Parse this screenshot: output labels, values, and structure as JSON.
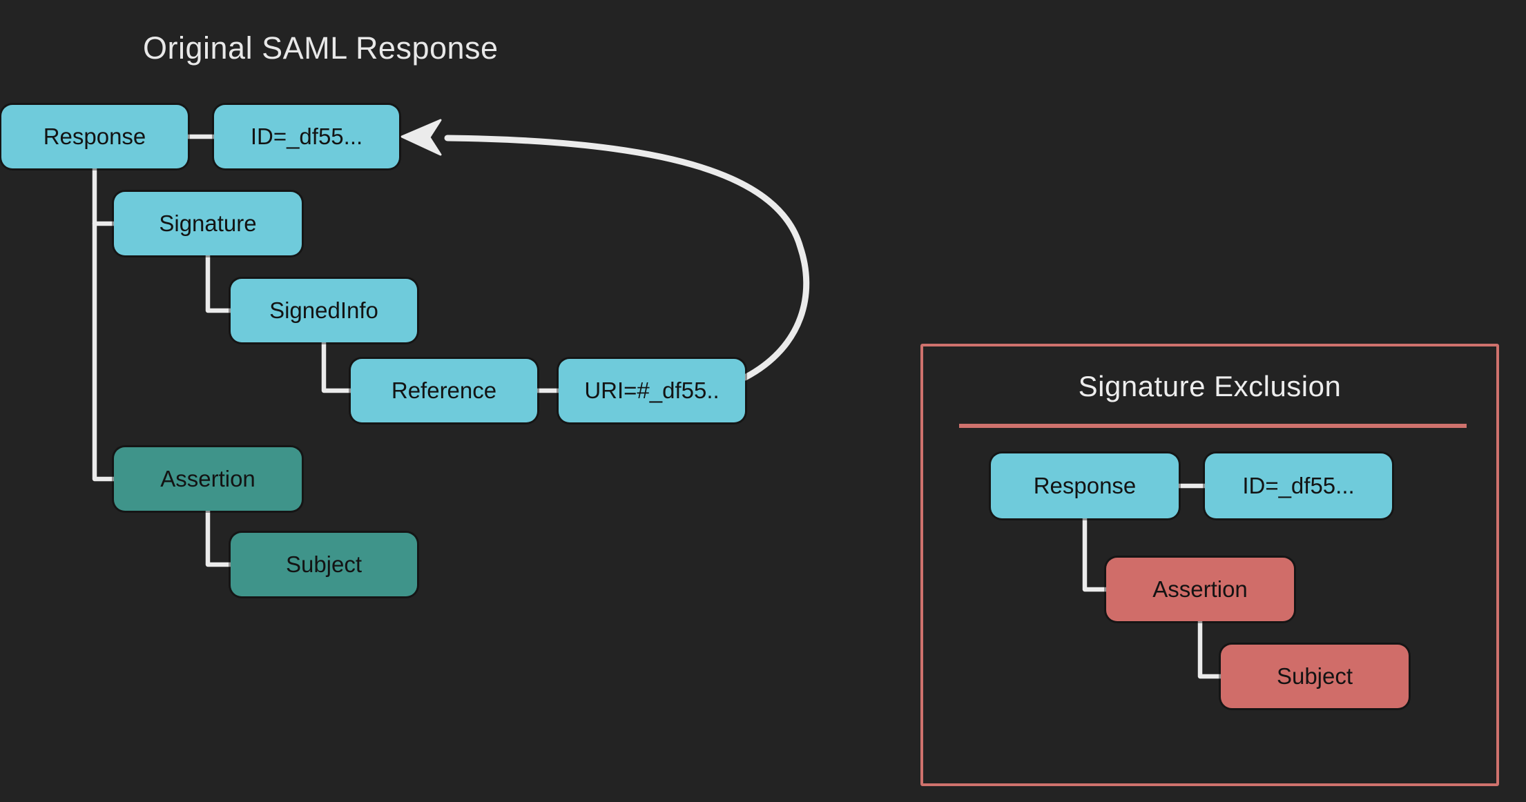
{
  "left_diagram": {
    "title": "Original SAML Response",
    "nodes": {
      "response": "Response",
      "id_attr": "ID=_df55...",
      "signature": "Signature",
      "signedinfo": "SignedInfo",
      "reference": "Reference",
      "uri_attr": "URI=#_df55..",
      "assertion": "Assertion",
      "subject": "Subject"
    }
  },
  "right_panel": {
    "title": "Signature Exclusion",
    "nodes": {
      "response": "Response",
      "id_attr": "ID=_df55...",
      "assertion": "Assertion",
      "subject": "Subject"
    }
  },
  "colors": {
    "background": "#232323",
    "node_cyan": "#6fcbdb",
    "node_teal": "#3f948a",
    "node_salmon": "#d06d69",
    "panel_border": "#cf726d",
    "connector": "#ebebeb",
    "node_text": "#131313",
    "title_text": "#e8e8e8"
  }
}
